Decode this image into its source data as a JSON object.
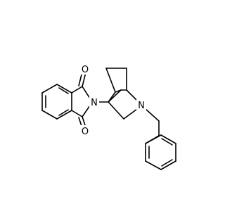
{
  "molecule": {
    "atoms": {
      "O1": "O",
      "O2": "O",
      "N1": "N",
      "N2": "N"
    }
  }
}
